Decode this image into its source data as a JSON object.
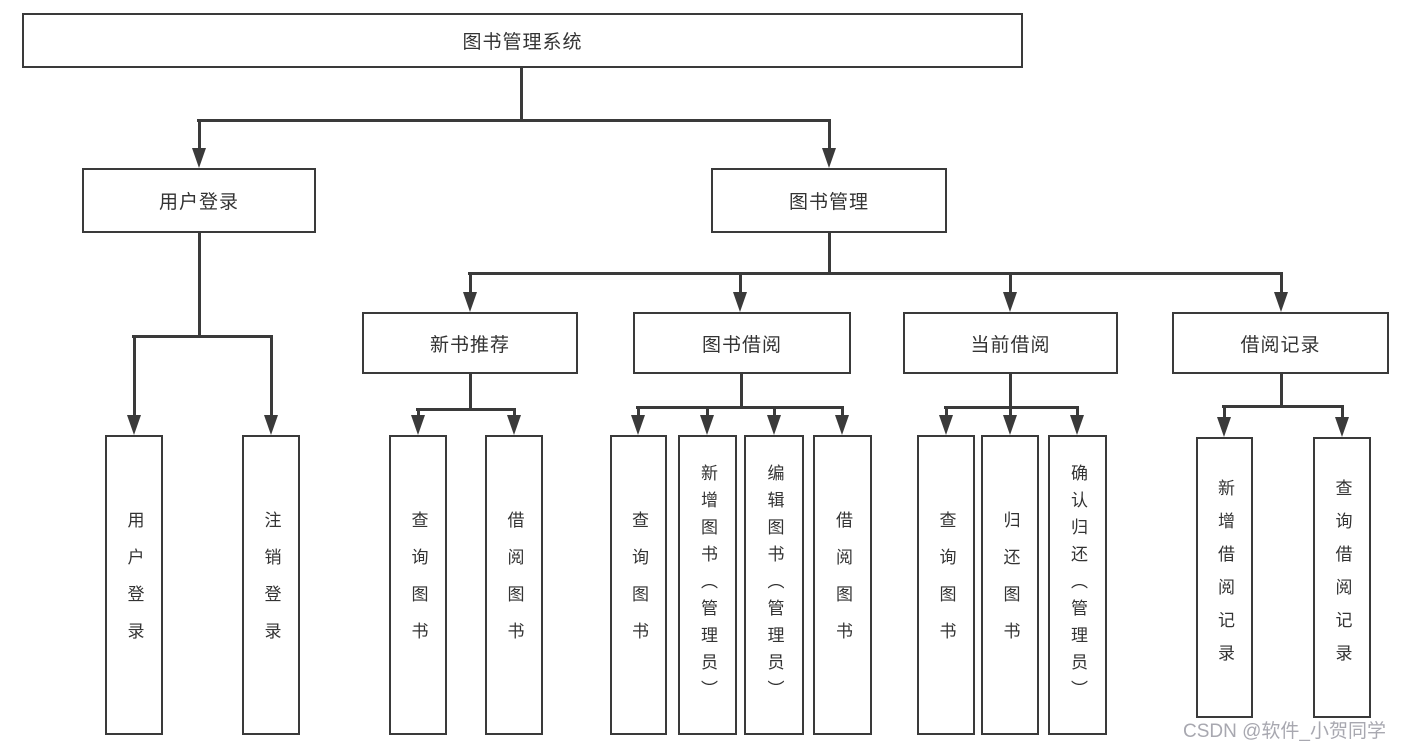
{
  "tree": {
    "root": {
      "label": "图书管理系统"
    },
    "branches": [
      {
        "label": "用户登录",
        "children": [
          "用户登录",
          "注销登录"
        ]
      },
      {
        "label": "图书管理",
        "children": [
          {
            "label": "新书推荐",
            "children": [
              "查询图书",
              "借阅图书"
            ]
          },
          {
            "label": "图书借阅",
            "children": [
              "查询图书",
              "新增图书（管理员）",
              "编辑图书（管理员）",
              "借阅图书"
            ]
          },
          {
            "label": "当前借阅",
            "children": [
              "查询图书",
              "归还图书",
              "确认归还（管理员）"
            ]
          },
          {
            "label": "借阅记录",
            "children": [
              "新增借阅记录",
              "查询借阅记录"
            ]
          }
        ]
      }
    ]
  },
  "watermark": {
    "text": "CSDN @软件_小贺同学"
  },
  "colors": {
    "line": "#3a3a3a",
    "text": "#333333",
    "background": "#ffffff",
    "watermark": "#a8a8b0"
  }
}
